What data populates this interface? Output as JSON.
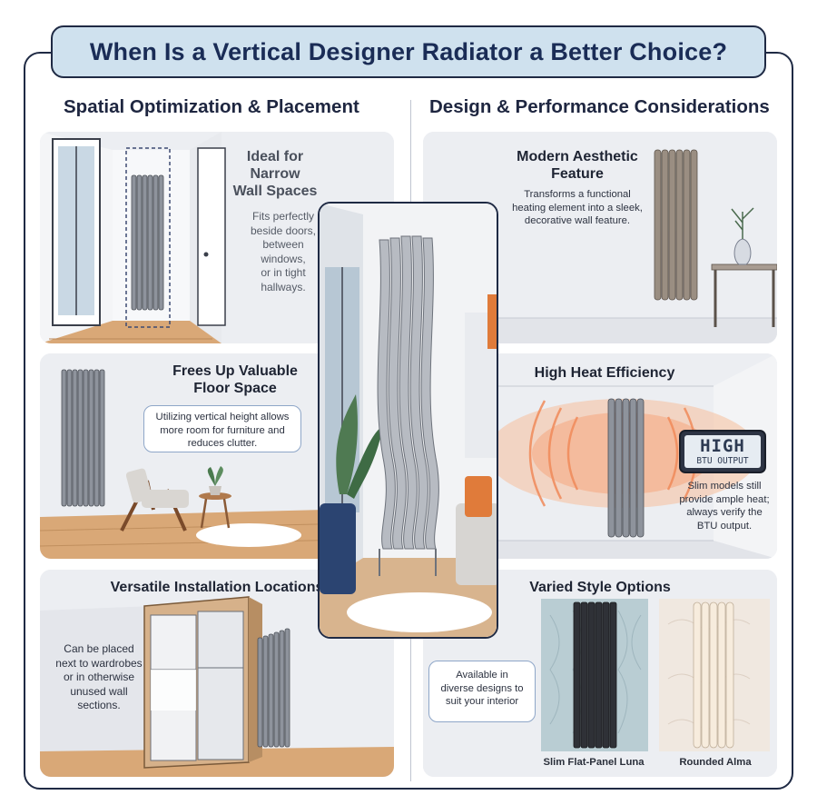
{
  "header": {
    "title": "When Is a Vertical Designer Radiator a Better Choice?"
  },
  "left_column": {
    "heading": "Spatial Optimization & Placement",
    "narrow": {
      "title_lines": [
        "Ideal for",
        "Narrow",
        "Wall Spaces"
      ],
      "text_lines": [
        "Fits perfectly",
        "beside doors,",
        "between",
        "windows,",
        "or in tight",
        "hallways."
      ]
    },
    "floor": {
      "title_lines": [
        "Frees Up Valuable",
        "Floor Space"
      ],
      "text_lines": [
        "Utilizing vertical height allows",
        "more room for furniture and",
        "reduces clutter."
      ]
    },
    "versatile": {
      "title": "Versatile Installation Locations",
      "text_lines": [
        "Can be placed",
        "next to wardrobes",
        "or in otherwise",
        "unused wall",
        "sections."
      ]
    }
  },
  "right_column": {
    "heading": "Design & Performance Considerations",
    "aesthetic": {
      "title_lines": [
        "Modern Aesthetic",
        "Feature"
      ],
      "text_lines": [
        "Transforms a functional",
        "heating element into a sleek,",
        "decorative wall feature."
      ]
    },
    "heat": {
      "title": "High Heat Efficiency",
      "display_main": "HIGH",
      "display_sub": "BTU OUTPUT",
      "text_lines": [
        "Slim models still",
        "provide ample heat;",
        "always verify the",
        "BTU output."
      ]
    },
    "styles": {
      "title": "Varied Style Options",
      "bubble_lines": [
        "Available in",
        "diverse designs to",
        "suit your interior"
      ],
      "option_1": "Slim Flat-Panel Luna",
      "option_2": "Rounded Alma"
    }
  },
  "colors": {
    "navy": "#1a2c56",
    "banner_bg": "#cfe1ee",
    "panel_bg": "#e9ebf0",
    "radiator_grey": "#8e939c",
    "floor_wood": "#d9a877",
    "heat_orange": "#f08a5a"
  }
}
